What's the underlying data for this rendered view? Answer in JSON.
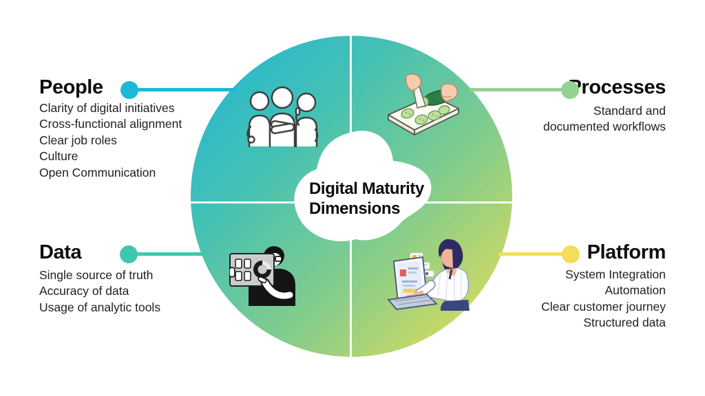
{
  "diagram": {
    "title": "Digital Maturity\nDimensions",
    "wheel": {
      "gradient": [
        "#1fb5d6",
        "#45c1b4",
        "#84cd8b",
        "#f0df52"
      ],
      "divider_color": "#ffffff"
    }
  },
  "sections": {
    "people": {
      "label": "People",
      "accent": "#1cb9d6",
      "items": [
        "Clarity of digital initiatives",
        "Cross-functional alignment",
        "Clear job roles",
        "Culture",
        "Open Communication"
      ]
    },
    "processes": {
      "label": "Processes",
      "accent": "#92d392",
      "items": [
        "Standard and\ndocumented workflows"
      ]
    },
    "data": {
      "label": "Data",
      "accent": "#41c6ae",
      "items": [
        "Single source of truth",
        "Accuracy of data",
        "Usage of analytic tools"
      ]
    },
    "platform": {
      "label": "Platform",
      "accent": "#f3dd5a",
      "items": [
        "System Integration",
        "Automation",
        "Clear customer journey",
        "Structured data"
      ]
    }
  },
  "icons": {
    "people": "three-people-talking-icon",
    "processes": "hands-slicing-cucumber-icon",
    "data": "analyst-holding-dashboard-icon",
    "platform": "person-working-on-laptop-icon"
  }
}
